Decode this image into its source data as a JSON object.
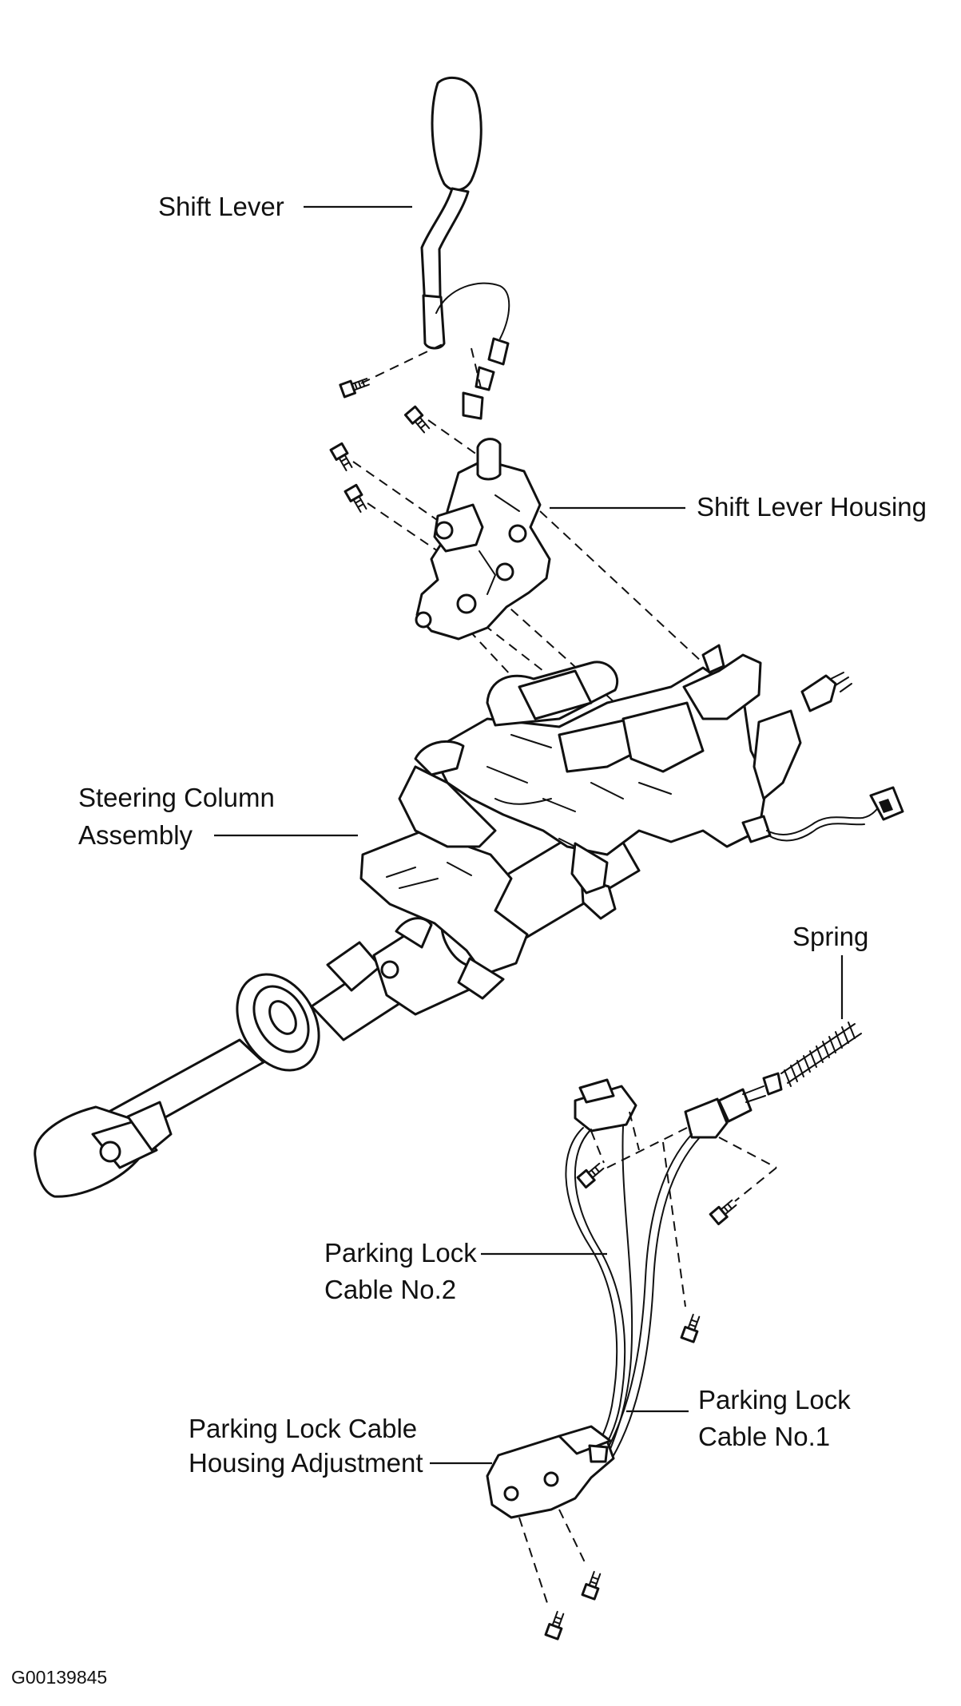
{
  "labels": {
    "shift_lever": "Shift Lever",
    "shift_lever_housing": "Shift Lever Housing",
    "steering_column_1": "Steering Column",
    "steering_column_2": "Assembly",
    "spring": "Spring",
    "plc2_1": "Parking Lock",
    "plc2_2": "Cable No.2",
    "plc1_1": "Parking Lock",
    "plc1_2": "Cable No.1",
    "plcha_1": "Parking Lock Cable",
    "plcha_2": "Housing Adjustment"
  },
  "figure_code": "G00139845"
}
